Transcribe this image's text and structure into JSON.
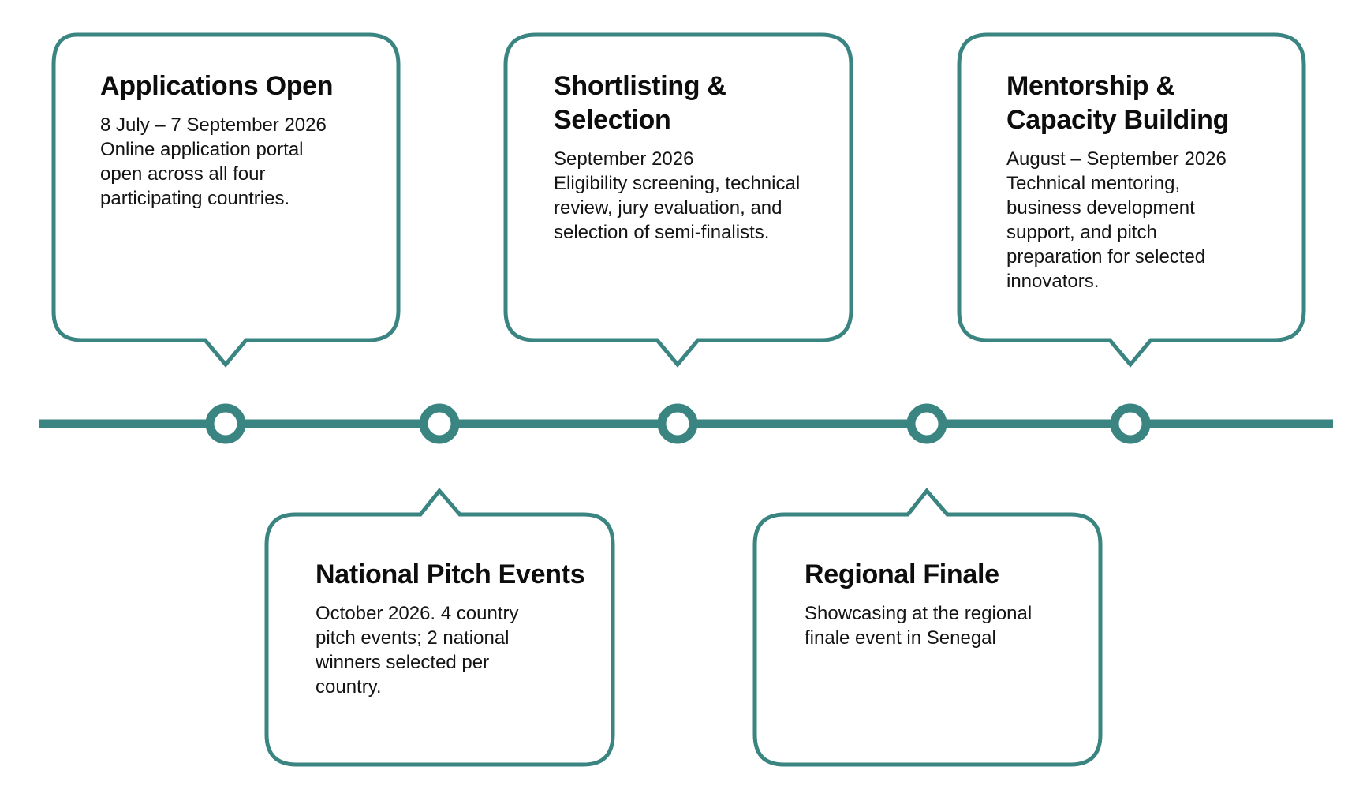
{
  "theme": {
    "accent_color": "#3a8481",
    "background_color": "#ffffff",
    "text_color": "#111111"
  },
  "milestones": [
    {
      "title": "Applications Open",
      "date": "8 July – 7 September 2026",
      "description": "Online application portal open across all four participating countries."
    },
    {
      "title": "National Pitch Events",
      "date": "",
      "description": "October 2026. 4 country pitch events; 2 national winners selected per country."
    },
    {
      "title": "Shortlisting & Selection",
      "date": "September 2026",
      "description": "Eligibility screening, technical review, jury evaluation, and selection of semi-finalists."
    },
    {
      "title": "Regional Finale",
      "date": "",
      "description": "Showcasing at the regional finale event in Senegal"
    },
    {
      "title": "Mentorship & Capacity Building",
      "date": "August – September 2026",
      "description": "Technical mentoring, business development support, and pitch preparation for selected innovators."
    }
  ]
}
